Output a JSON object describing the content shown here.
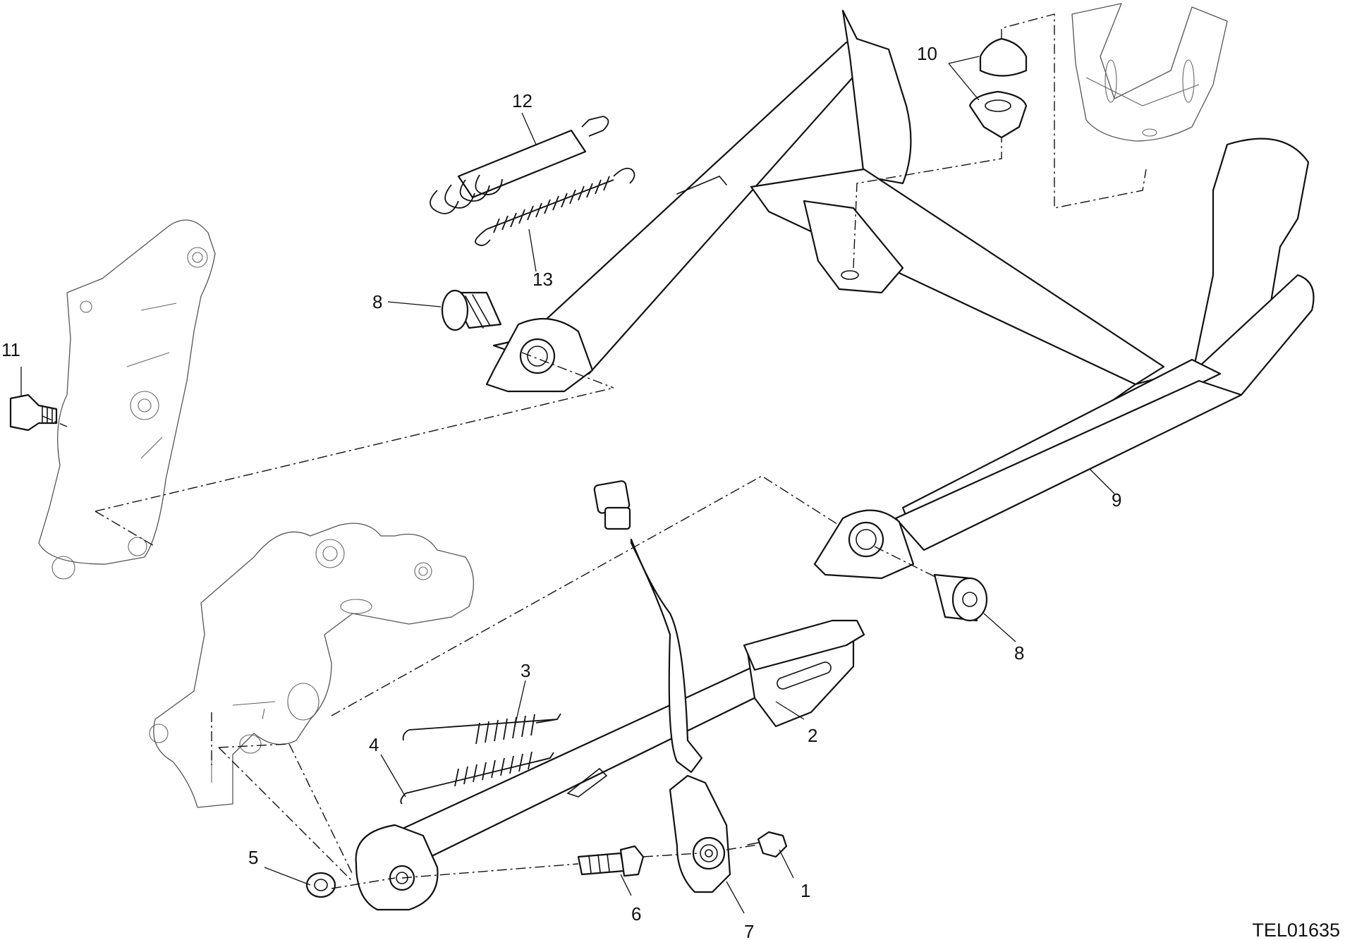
{
  "diagram": {
    "drawing_code": "TEL01635",
    "callouts": [
      {
        "id": "c1",
        "label": "1"
      },
      {
        "id": "c2",
        "label": "2"
      },
      {
        "id": "c3",
        "label": "3"
      },
      {
        "id": "c4",
        "label": "4"
      },
      {
        "id": "c5",
        "label": "5"
      },
      {
        "id": "c6",
        "label": "6"
      },
      {
        "id": "c7",
        "label": "7"
      },
      {
        "id": "c8a",
        "label": "8"
      },
      {
        "id": "c8b",
        "label": "8"
      },
      {
        "id": "c9",
        "label": "9"
      },
      {
        "id": "c10",
        "label": "10"
      },
      {
        "id": "c11",
        "label": "11"
      },
      {
        "id": "c12",
        "label": "12"
      },
      {
        "id": "c13",
        "label": "13"
      }
    ]
  }
}
